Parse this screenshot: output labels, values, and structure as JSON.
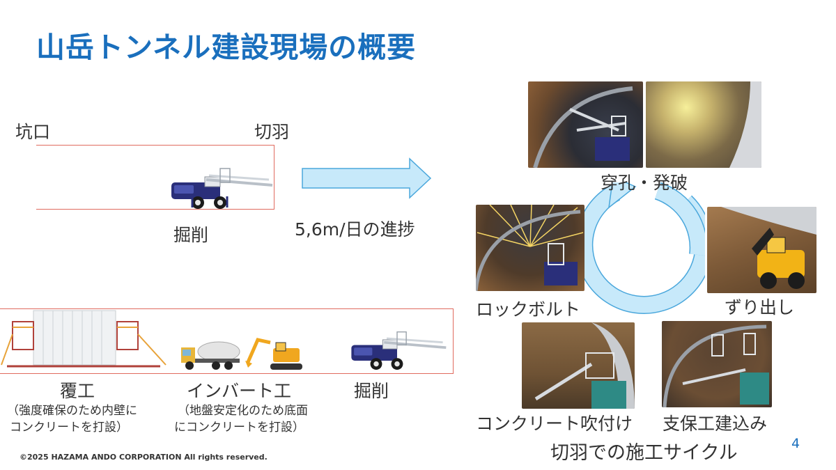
{
  "title": "山岳トンネル建設現場の概要",
  "top_section": {
    "portal_label": "坑口",
    "face_label": "切羽",
    "excavation_label": "掘削",
    "progress_label": "5,6m/日の進捗"
  },
  "bottom_section": {
    "lining_label": "覆工",
    "lining_note_line1": "（強度確保のため内壁に",
    "lining_note_line2": "コンクリートを打設）",
    "invert_label": "インバート工",
    "invert_note_line1": "（地盤安定化のため底面",
    "invert_note_line2": "にコンクリートを打設）",
    "excavation_label": "掘削"
  },
  "cycle": {
    "title": "切羽での施工サイクル",
    "steps": [
      {
        "label": "穿孔・発破"
      },
      {
        "label": "ずり出し"
      },
      {
        "label": "支保工建込み"
      },
      {
        "label": "コンクリート吹付け"
      },
      {
        "label": "ロックボルト"
      }
    ]
  },
  "colors": {
    "title": "#1a6fbd",
    "tunnel_outline": "#e06a5e",
    "arrow_fill": "#c7e9fa",
    "arrow_stroke": "#4aa7dc"
  },
  "footer": {
    "copyright": "©2025 HAZAMA ANDO CORPORATION All rights reserved.",
    "page_number": "4"
  }
}
